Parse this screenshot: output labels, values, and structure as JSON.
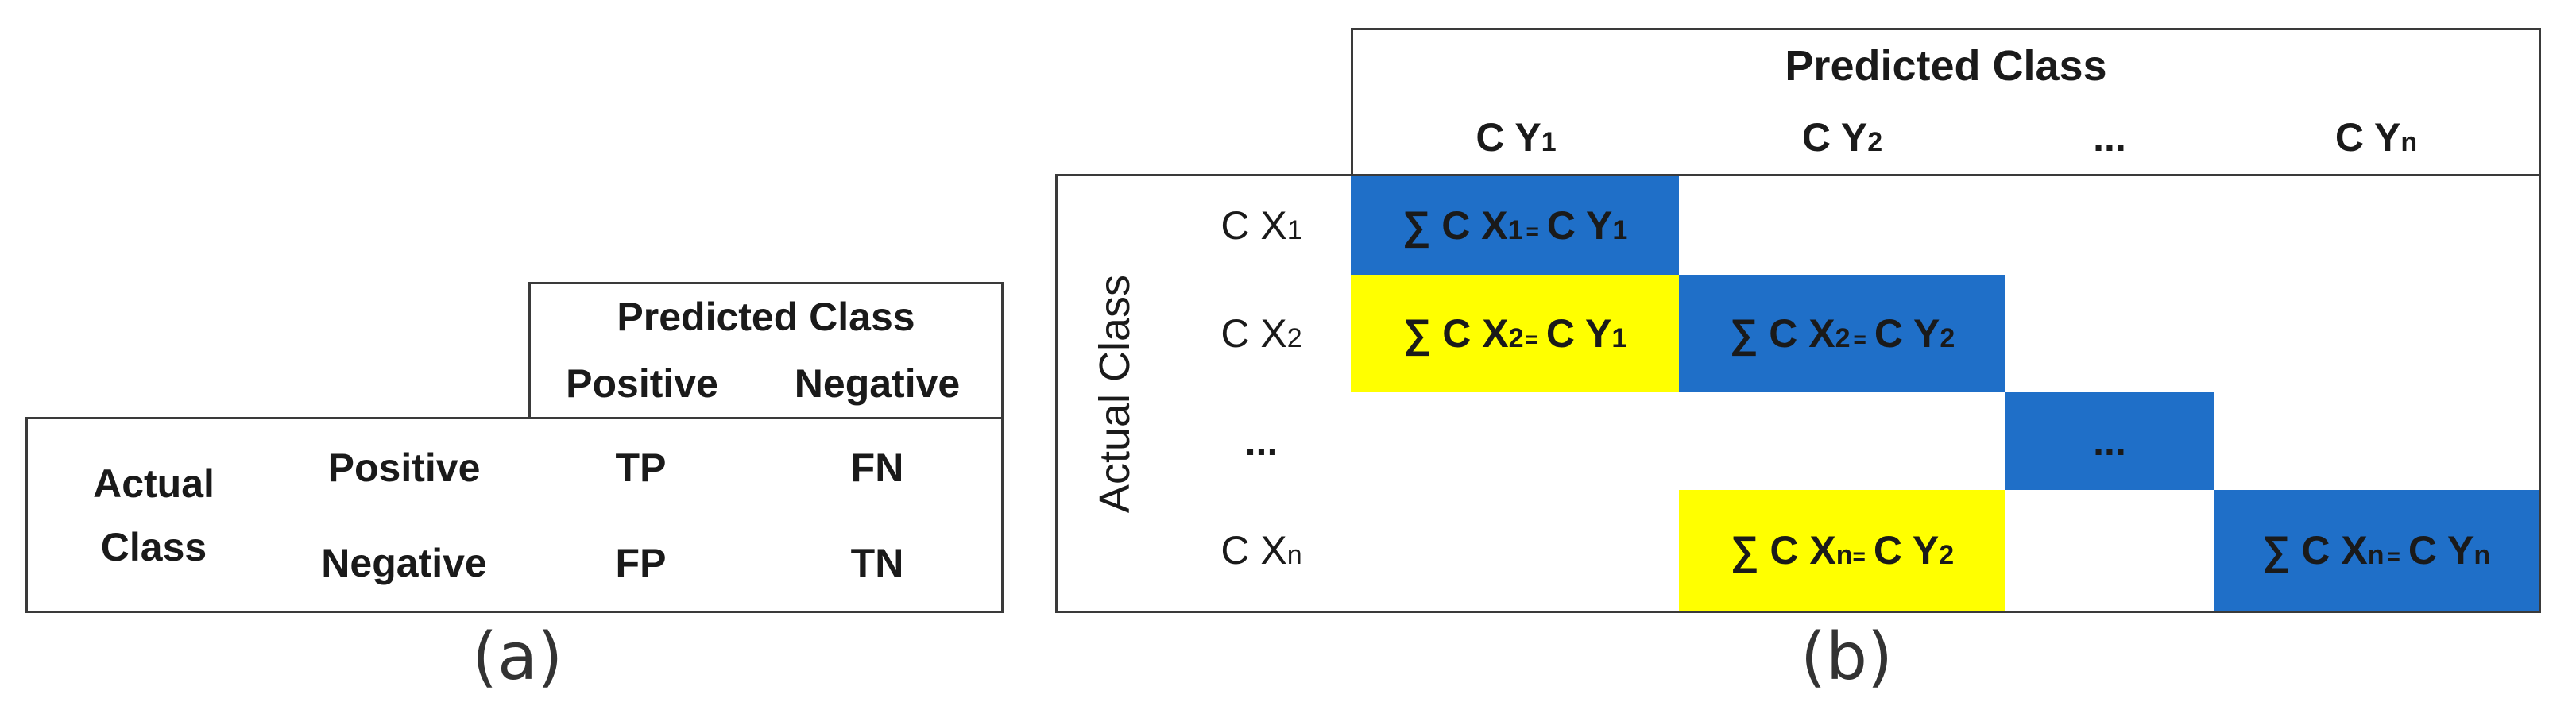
{
  "table_a": {
    "predicted_header": "Predicted Class",
    "predicted_positive": "Positive",
    "predicted_negative": "Negative",
    "actual_line1": "Actual",
    "actual_line2": "Class",
    "row_positive": "Positive",
    "row_negative": "Negative",
    "tp": "TP",
    "fn": "FN",
    "fp": "FP",
    "tn": "TN",
    "caption": "(a)"
  },
  "table_b": {
    "predicted_header": "Predicted Class",
    "actual_label": "Actual Class",
    "col_prefix": "C Y",
    "col_1_sub": "1",
    "col_2_sub": "2",
    "col_ellipsis": "...",
    "col_n_sub": "n",
    "row_prefix": "C X",
    "row_1_sub": "1",
    "row_2_sub": "2",
    "row_ellipsis": "...",
    "row_n_sub": "n",
    "cell_sum": "∑ C X",
    "cell_eq": "=",
    "cell_cy": "C Y",
    "diag_ellipsis": "...",
    "caption": "(b)",
    "colors": {
      "diagonal": "#1f6fc8",
      "off_diagonal": "#ffff00"
    }
  }
}
